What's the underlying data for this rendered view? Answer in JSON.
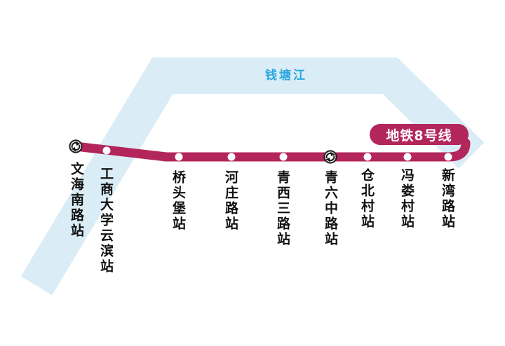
{
  "line": {
    "badge_label": "地铁8号线",
    "color": "#b3265c"
  },
  "river": {
    "label": "钱塘江",
    "color": "#daedf7",
    "label_color": "#2ba7e0"
  },
  "stations": [
    {
      "name": "文海南路站",
      "transfer": true
    },
    {
      "name": "工商大学云滨站",
      "transfer": false
    },
    {
      "name": "桥头堡站",
      "transfer": false
    },
    {
      "name": "河庄路站",
      "transfer": false
    },
    {
      "name": "青西三路站",
      "transfer": false
    },
    {
      "name": "青六中路站",
      "transfer": true
    },
    {
      "name": "仓北村站",
      "transfer": false
    },
    {
      "name": "冯娄村站",
      "transfer": false
    },
    {
      "name": "新湾路站",
      "transfer": false
    }
  ]
}
